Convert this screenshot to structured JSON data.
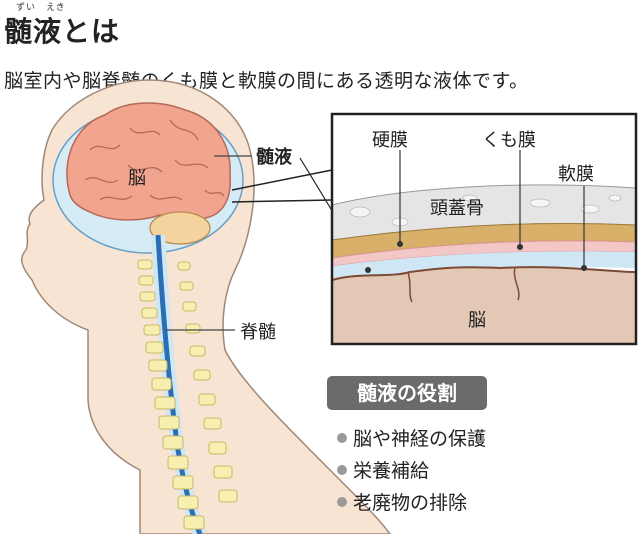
{
  "title": "髄液とは",
  "title_ruby": {
    "zui": "ずい",
    "eki": "えき"
  },
  "subtitle": "脳室内や脳脊髄のくも膜と軟膜の間にある透明な液体です。",
  "labels": {
    "brain": "脳",
    "csf": "髄液",
    "spinal_cord": "脊髄",
    "dura": "硬膜",
    "arachnoid": "くも膜",
    "pia": "軟膜",
    "skull": "頭蓋骨",
    "inset_brain": "脳"
  },
  "role": {
    "title": "髄液の役割",
    "items": [
      "脳や神経の保護",
      "栄養補給",
      "老廃物の排除"
    ]
  },
  "colors": {
    "skin": "#f7e4d2",
    "brain": "#f2a58e",
    "csf": "#bfe0f2",
    "spinal_cord": "#2a6fb5",
    "vertebra": "#f7efb0",
    "dura": "#d8b06a",
    "skull": "#e5e5e5"
  }
}
